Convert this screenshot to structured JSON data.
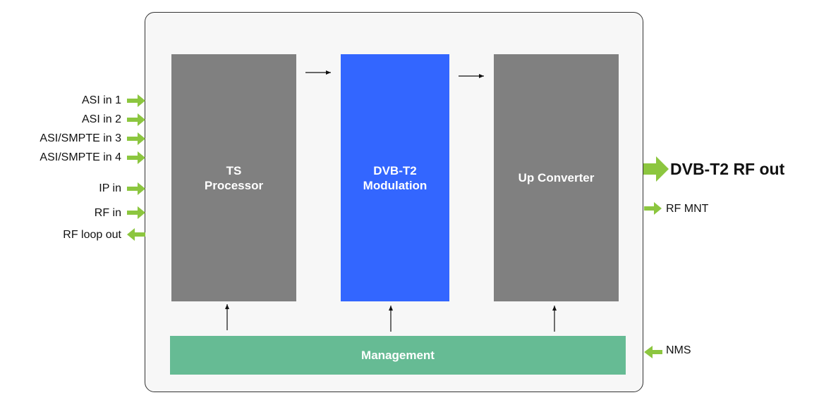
{
  "blocks": {
    "ts": "TS\nProcessor",
    "modulation": "DVB-T2\nModulation",
    "upconverter": "Up Converter",
    "management": "Management"
  },
  "inputs": [
    "ASI in 1",
    "ASI in 2",
    "ASI/SMPTE in 3",
    "ASI/SMPTE in 4",
    "IP in",
    "RF in",
    "RF loop out"
  ],
  "outputs": {
    "main": "DVB-T2 RF out",
    "monitor": "RF MNT",
    "nms": "NMS"
  },
  "colors": {
    "processor_gray": "#808080",
    "modulation_blue": "#3366ff",
    "management_green": "#66bb94",
    "io_arrow_green": "#8cc63f"
  }
}
